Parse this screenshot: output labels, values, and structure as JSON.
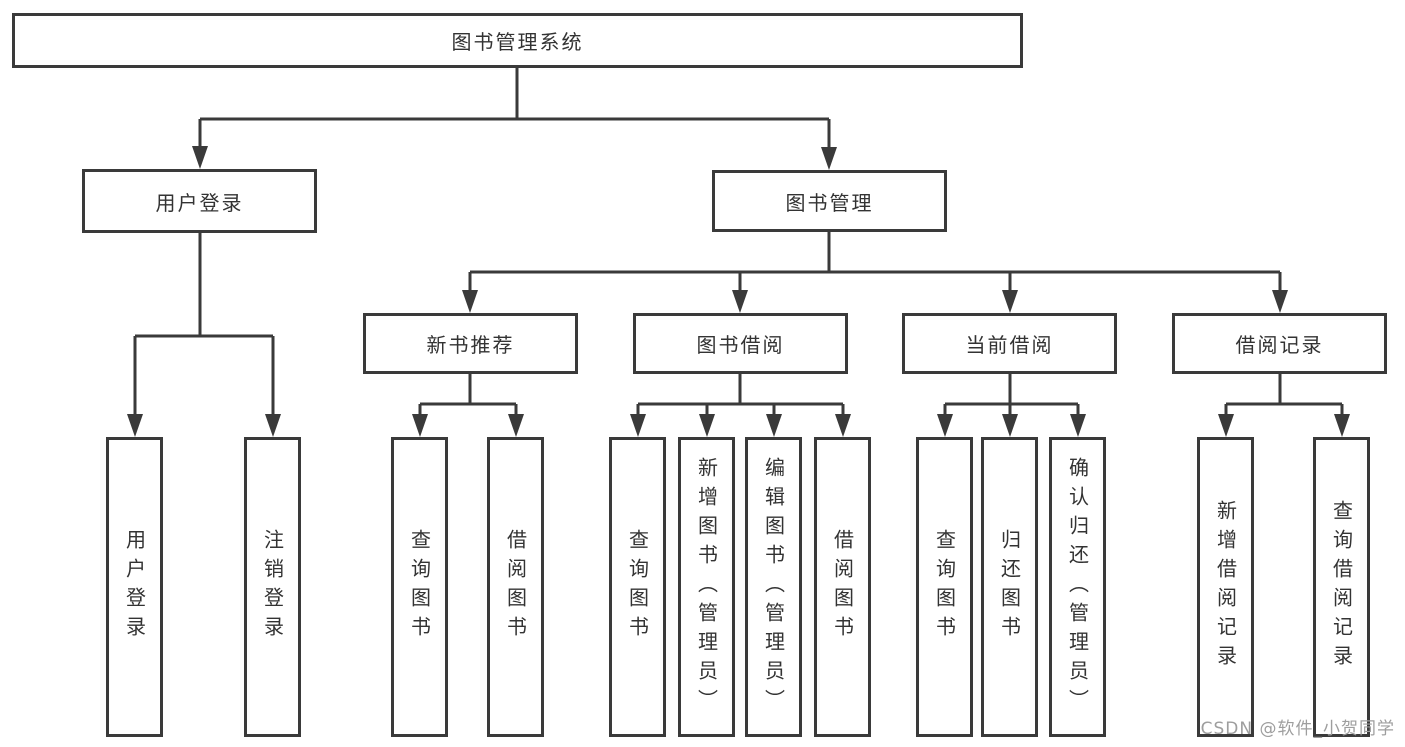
{
  "diagram": {
    "root": {
      "label": "图书管理系统"
    },
    "nodes": {
      "user_login": {
        "label": "用户登录",
        "children": [
          {
            "label": "用户登录"
          },
          {
            "label": "注销登录"
          }
        ]
      },
      "book_management": {
        "label": "图书管理",
        "children": [
          {
            "label": "新书推荐",
            "children": [
              {
                "label": "查询图书"
              },
              {
                "label": "借阅图书"
              }
            ]
          },
          {
            "label": "图书借阅",
            "children": [
              {
                "label": "查询图书"
              },
              {
                "label": "新增图书（管理员）"
              },
              {
                "label": "编辑图书（管理员）"
              },
              {
                "label": "借阅图书"
              }
            ]
          },
          {
            "label": "当前借阅",
            "children": [
              {
                "label": "查询图书"
              },
              {
                "label": "归还图书"
              },
              {
                "label": "确认归还（管理员）"
              }
            ]
          },
          {
            "label": "借阅记录",
            "children": [
              {
                "label": "新增借阅记录"
              },
              {
                "label": "查询借阅记录"
              }
            ]
          }
        ]
      }
    }
  },
  "watermark": {
    "text": "CSDN @软件_小贺同学",
    "color": "#9e9e9e"
  },
  "colors": {
    "line": "#3a3a3a",
    "text": "#333333",
    "background": "#ffffff"
  }
}
